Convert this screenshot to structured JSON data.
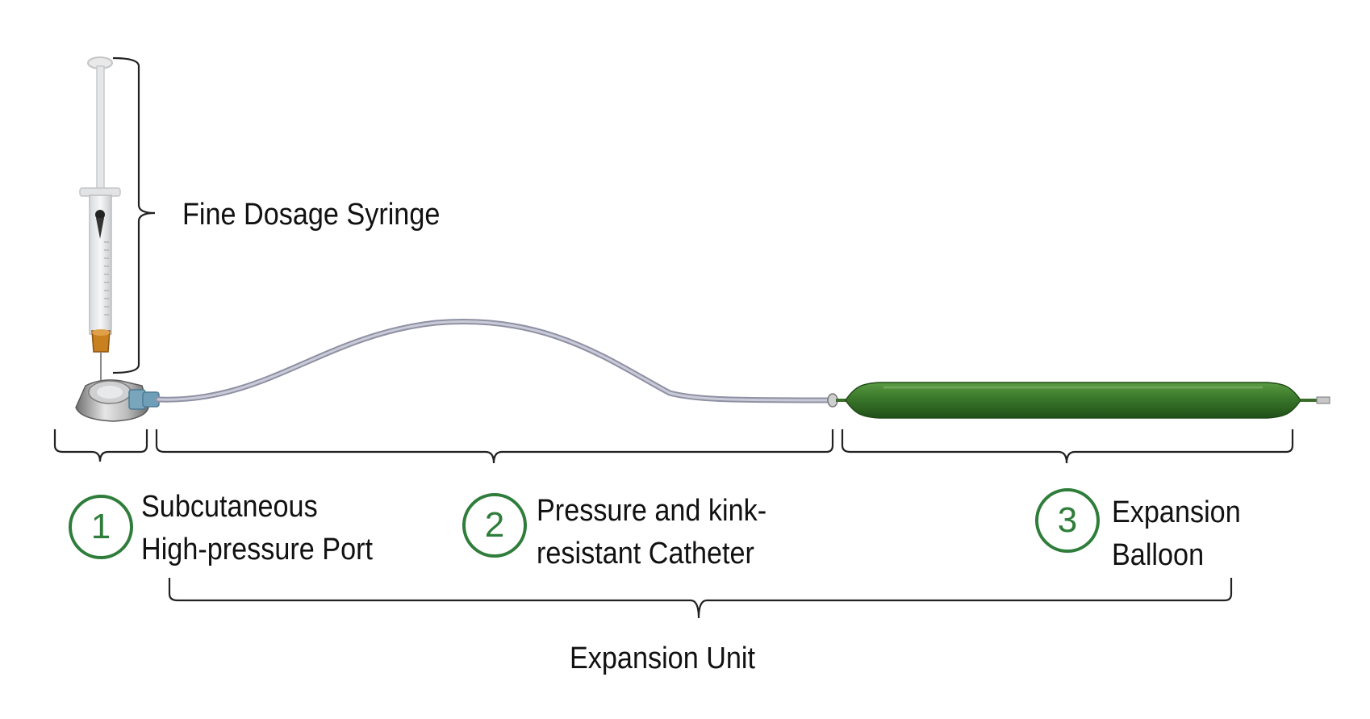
{
  "labels": {
    "syringe": "Fine Dosage Syringe",
    "port": {
      "number": "1",
      "line1": "Subcutaneous",
      "line2": "High-pressure Port"
    },
    "catheter": {
      "number": "2",
      "line1": "Pressure and kink-",
      "line2": "resistant Catheter"
    },
    "balloon": {
      "number": "3",
      "line1": "Expansion",
      "line2": "Balloon"
    },
    "unit": "Expansion Unit"
  },
  "colors": {
    "accent_green": "#2f7d3a",
    "balloon_green": "#3f7f2e",
    "catheter_gray": "#a9acc0",
    "connector_blue": "#6f9fb8",
    "luer_orange": "#c9801f",
    "bracket_black": "#222222"
  }
}
